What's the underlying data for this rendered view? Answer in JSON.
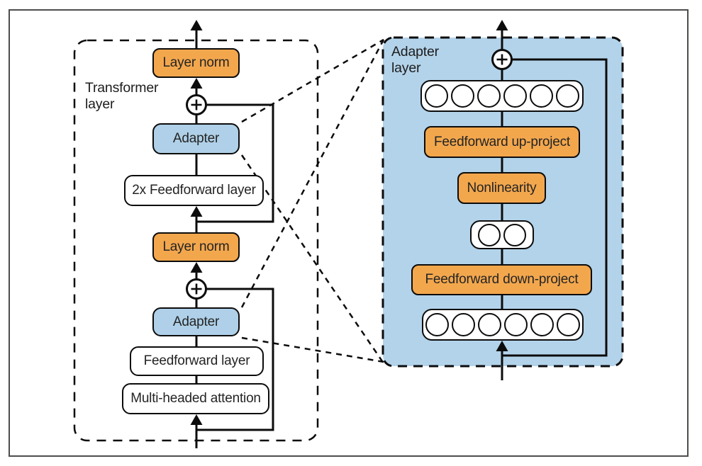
{
  "diagram": {
    "transformer": {
      "label": "Transformer layer",
      "layer_norm_top": "Layer norm",
      "adapter_top": "Adapter",
      "feedforward_2x": "2x Feedforward layer",
      "layer_norm_bottom": "Layer norm",
      "adapter_bottom": "Adapter",
      "feedforward": "Feedforward layer",
      "attention": "Multi-headed attention"
    },
    "adapter": {
      "label": "Adapter layer",
      "up_project": "Feedforward up-project",
      "nonlinearity": "Nonlinearity",
      "down_project": "Feedforward down-project",
      "top_units": 6,
      "bottleneck_units": 2,
      "bottom_units": 6
    },
    "icons": {
      "add": "plus-circle-icon"
    },
    "colors": {
      "orange": "#F3A74D",
      "blue-block": "#AFD0E8",
      "blue-panel": "#B3D3EA",
      "stroke": "#0C0C0C",
      "text": "#242424",
      "frame": "#4D4D4D"
    }
  }
}
